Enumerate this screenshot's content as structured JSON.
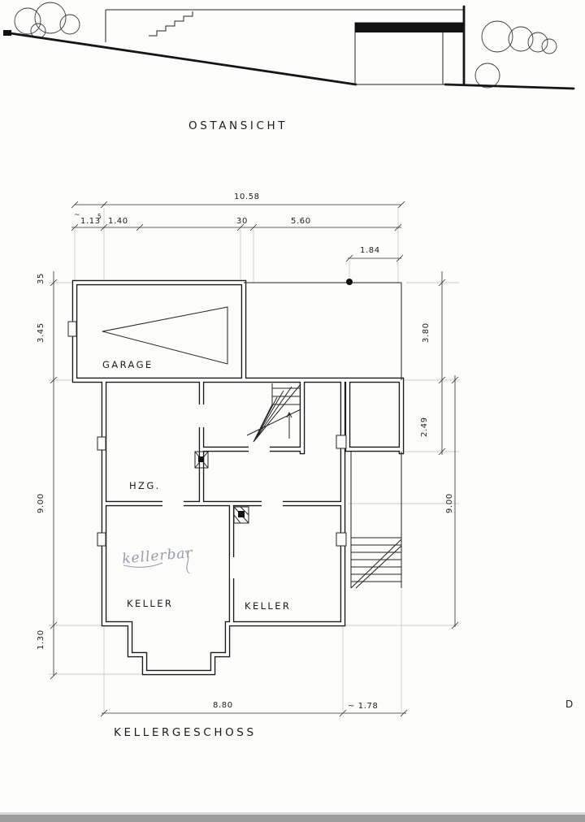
{
  "elevation": {
    "title": "OSTANSICHT"
  },
  "plan": {
    "title": "KELLERGESCHOSS",
    "rooms": {
      "garage": "GARAGE",
      "hzg": "HZG.",
      "keller_left": "KELLER",
      "keller_right": "KELLER"
    },
    "handwritten": "kellerbar",
    "dims": {
      "total_width": "10.58",
      "tilde": "~",
      "w1": "1.13",
      "w1_sup": "5",
      "w2": "1.40",
      "w3": "30",
      "w4": "5.60",
      "w5": "1.84",
      "l1": "35",
      "l2": "3.45",
      "l3": "9.00",
      "l4": "1.30",
      "r1": "3.80",
      "r2": "2.49",
      "r3": "9.00",
      "b1": "8.80",
      "b2": "~ 1.78",
      "marker": "D"
    }
  }
}
